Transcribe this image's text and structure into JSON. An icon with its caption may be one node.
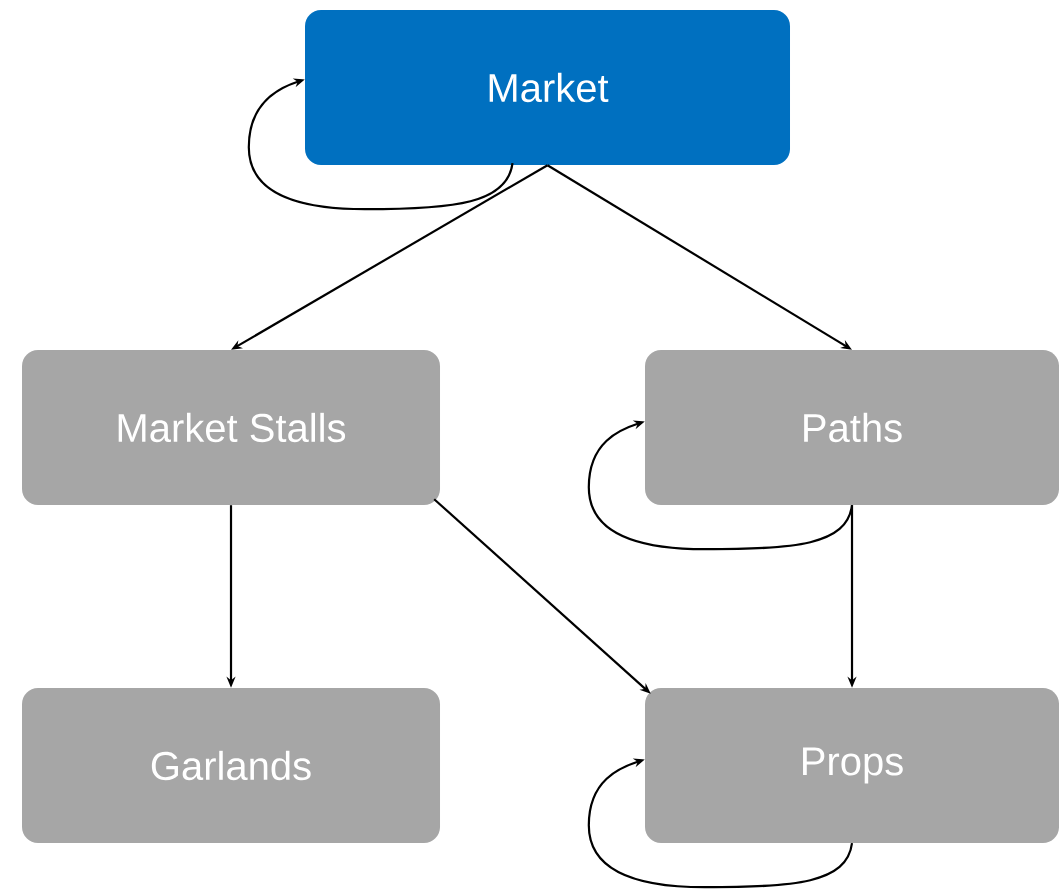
{
  "diagram": {
    "nodes": [
      {
        "text": [
          "Market"
        ]
      },
      {
        "text": [
          "Market Stalls"
        ]
      },
      {
        "text": [
          "Paths"
        ]
      },
      {
        "text": [
          "Garlands"
        ]
      },
      {
        "text": [
          "Props"
        ]
      }
    ],
    "edges": [
      {
        "from": 0,
        "to": 0,
        "arrow": "to"
      },
      {
        "from": 0,
        "to": 1,
        "arrow": "to"
      },
      {
        "from": 0,
        "to": 2,
        "arrow": "to"
      },
      {
        "from": 2,
        "to": 2,
        "arrow": "to"
      },
      {
        "from": 1,
        "to": 3,
        "arrow": "to"
      },
      {
        "from": 1,
        "to": 4,
        "arrow": "to"
      },
      {
        "from": 2,
        "to": 4,
        "arrow": "to"
      },
      {
        "from": 4,
        "to": 4,
        "arrow": "to"
      }
    ]
  }
}
